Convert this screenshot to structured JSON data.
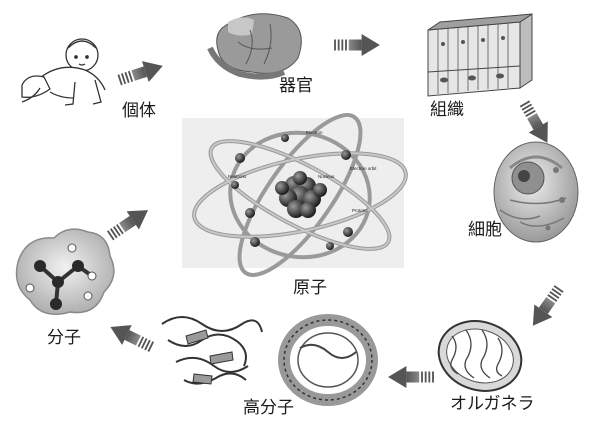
{
  "labels": {
    "individual": "個体",
    "organ": "器官",
    "tissue": "組織",
    "cell": "細胞",
    "organelle": "オルガネラ",
    "macromolecule": "高分子",
    "molecule": "分子",
    "atom": "原子"
  },
  "atom_annotations": {
    "electron": "Electron",
    "neutrons": "Neutrons",
    "nucleus": "Nucleus",
    "electron_orbit": "Electron orbit",
    "protons": "Protons"
  },
  "icons": {
    "individual": "baby-icon",
    "organ": "heart-icon",
    "tissue": "epithelium-icon",
    "cell": "cell-icon",
    "organelle": "mitochondrion-icon",
    "macromolecule": "protein-icon",
    "molecule": "molecule-icon",
    "atom": "atom-icon"
  },
  "colors": {
    "arrow": "#6b6b6b",
    "text": "#1a1a1a"
  }
}
